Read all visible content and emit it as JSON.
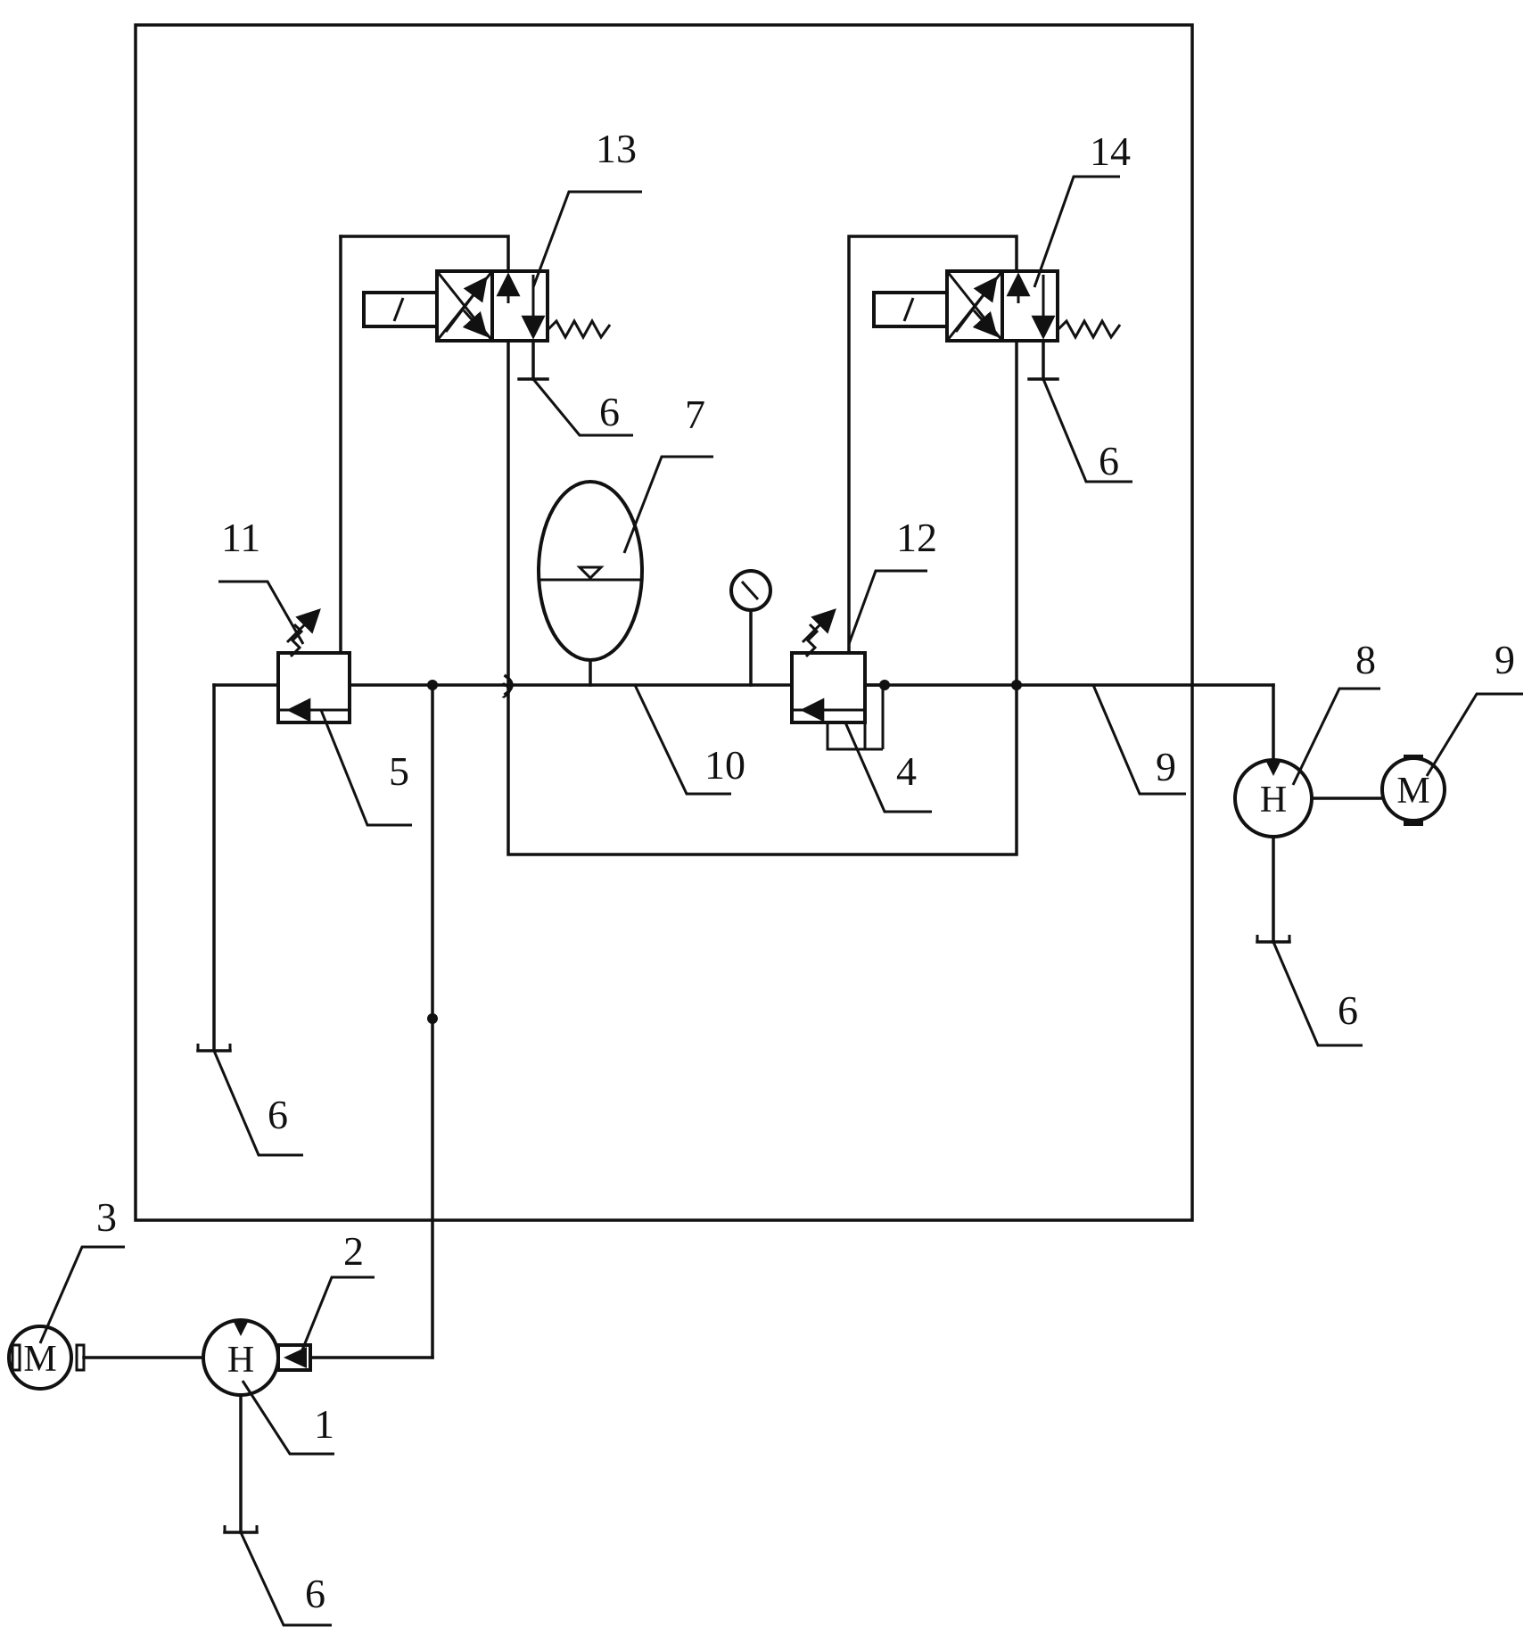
{
  "labels": {
    "pump_main": "1",
    "pump_inlet": "2",
    "motor_main": "3",
    "valve_4": "4",
    "valve_5": "5",
    "tank": "6",
    "accumulator": "7",
    "pump_aux": "8",
    "motor_aux": "9",
    "line_9": "9",
    "line_10": "10",
    "valve_11": "11",
    "valve_12": "12",
    "solenoid_13": "13",
    "solenoid_14": "14"
  },
  "symbols": {
    "pump": "H",
    "motor": "M"
  }
}
